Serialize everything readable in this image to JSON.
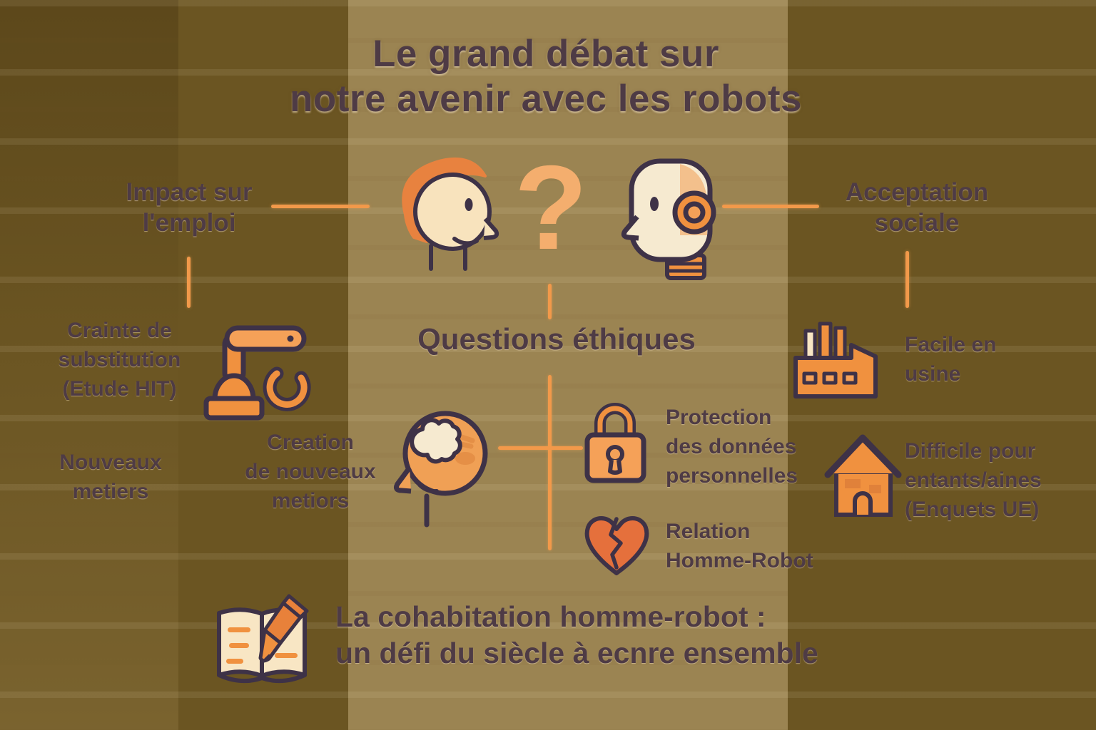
{
  "title": {
    "lines": [
      "Le grand débat sur",
      "notre avenir avec les robots"
    ]
  },
  "left_branch": {
    "heading_lines": [
      "Impact sur",
      "l'emploi"
    ],
    "crainte_lines": [
      "Crainte de",
      "substitution",
      "(Etude HIT)"
    ],
    "nouveaux_lines": [
      "Nouveaux",
      "metiers"
    ],
    "creation_lines": [
      "Creation",
      "de nouveaux",
      "metiors"
    ],
    "icon": "robot-arm-icon"
  },
  "center": {
    "question_mark": "?",
    "heading": "Questions éthiques",
    "protection_lines": [
      "Protection",
      "des données",
      "personnelles"
    ],
    "relation_lines": [
      "Relation",
      "Homme-Robot"
    ],
    "icons": [
      "human-head-icon",
      "robot-head-icon",
      "brain-head-icon",
      "lock-icon",
      "broken-heart-icon"
    ]
  },
  "right_branch": {
    "heading_lines": [
      "Acceptation",
      "sociale"
    ],
    "facile_lines": [
      "Facile en",
      "usine"
    ],
    "difficile_lines": [
      "Difficile pour",
      "entants/aines",
      "(Enquets UE)"
    ],
    "icons": [
      "factory-icon",
      "house-icon"
    ]
  },
  "footer": {
    "lines": [
      "La cohabitation homme-robot :",
      "un défi du siècle à ecnre ensemble"
    ],
    "icon": "book-pen-icon"
  },
  "colors": {
    "background_gold": "#a8843f",
    "background_tan": "#d8ad6f",
    "center_panel_light": "#e8bf86",
    "text_dark": "#4e3b45",
    "icon_orange": "#f0913f",
    "icon_orange_light": "#f5a158",
    "icon_cream": "#f8e6c4",
    "icon_outline": "#3e3247",
    "connector_orange": "#f2994a",
    "heart_orange_red": "#e5703c",
    "question_mark_orange": "#f4ae6e"
  }
}
